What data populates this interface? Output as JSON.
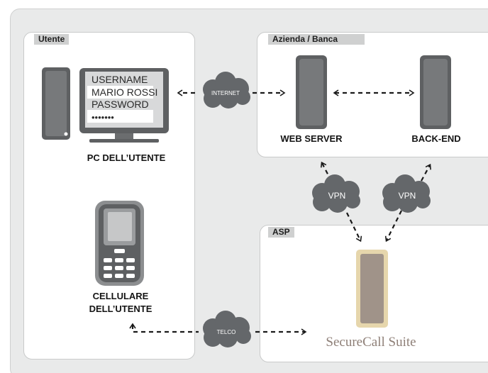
{
  "panels": {
    "user": {
      "title": "Utente"
    },
    "company": {
      "title": "Azienda / Banca"
    },
    "asp": {
      "title": "ASP"
    }
  },
  "monitor": {
    "username_label": "USERNAME",
    "username_value": "MARIO ROSSI",
    "password_label": "PASSWORD",
    "password_value": "•••••••"
  },
  "nodes": {
    "pc": "PC DELL’UTENTE",
    "phone_line1": "CELLULARE",
    "phone_line2": "DELL’UTENTE",
    "web_server": "WEB SERVER",
    "back_end": "BACK-END",
    "securecall": "SecureCall Suite"
  },
  "clouds": {
    "internet": "INTERNET",
    "vpn_left": "VPN",
    "vpn_right": "VPN",
    "telco": "TELCO"
  },
  "colors": {
    "device_dark": "#5e6062",
    "device_mid": "#8c8e90",
    "cloud": "#64676a",
    "server_gold": "#e6d6ac",
    "server_taupe": "#a09389"
  }
}
